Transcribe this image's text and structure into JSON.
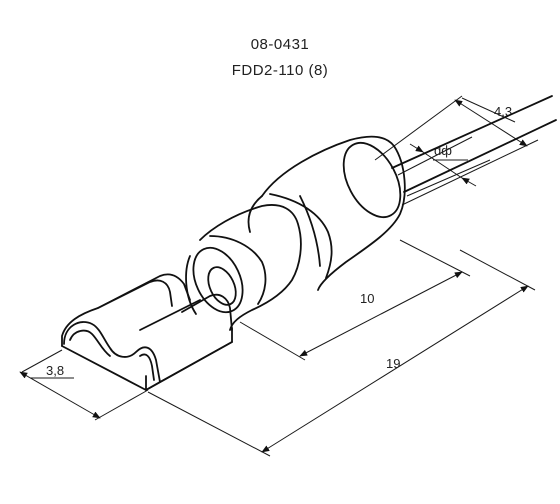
{
  "header": {
    "part_number": "08-0431",
    "model": "FDD2-110 (8)"
  },
  "dimensions": {
    "outer_diameter": "4,3",
    "wire_diameter": "dф",
    "length_sleeve": "10",
    "length_total": "19",
    "tab_width": "3,8"
  },
  "colors": {
    "line": "#111111",
    "accent": "#c8132b"
  }
}
